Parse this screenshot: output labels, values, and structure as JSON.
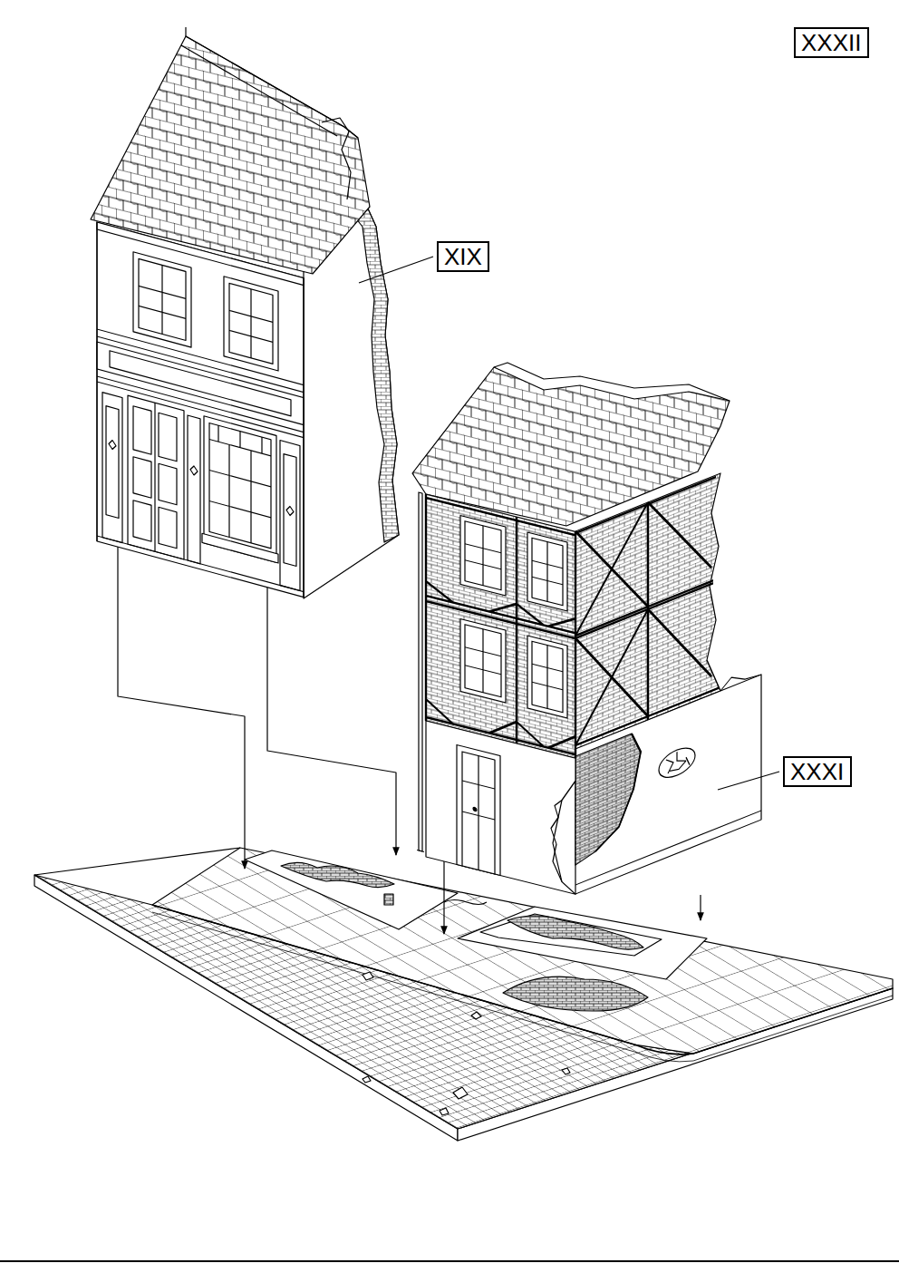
{
  "diagram": {
    "nodes": [
      {
        "text": [
          "XXXII"
        ]
      },
      {
        "text": [
          "XIX"
        ]
      },
      {
        "text": [
          "XXXI"
        ]
      }
    ]
  }
}
